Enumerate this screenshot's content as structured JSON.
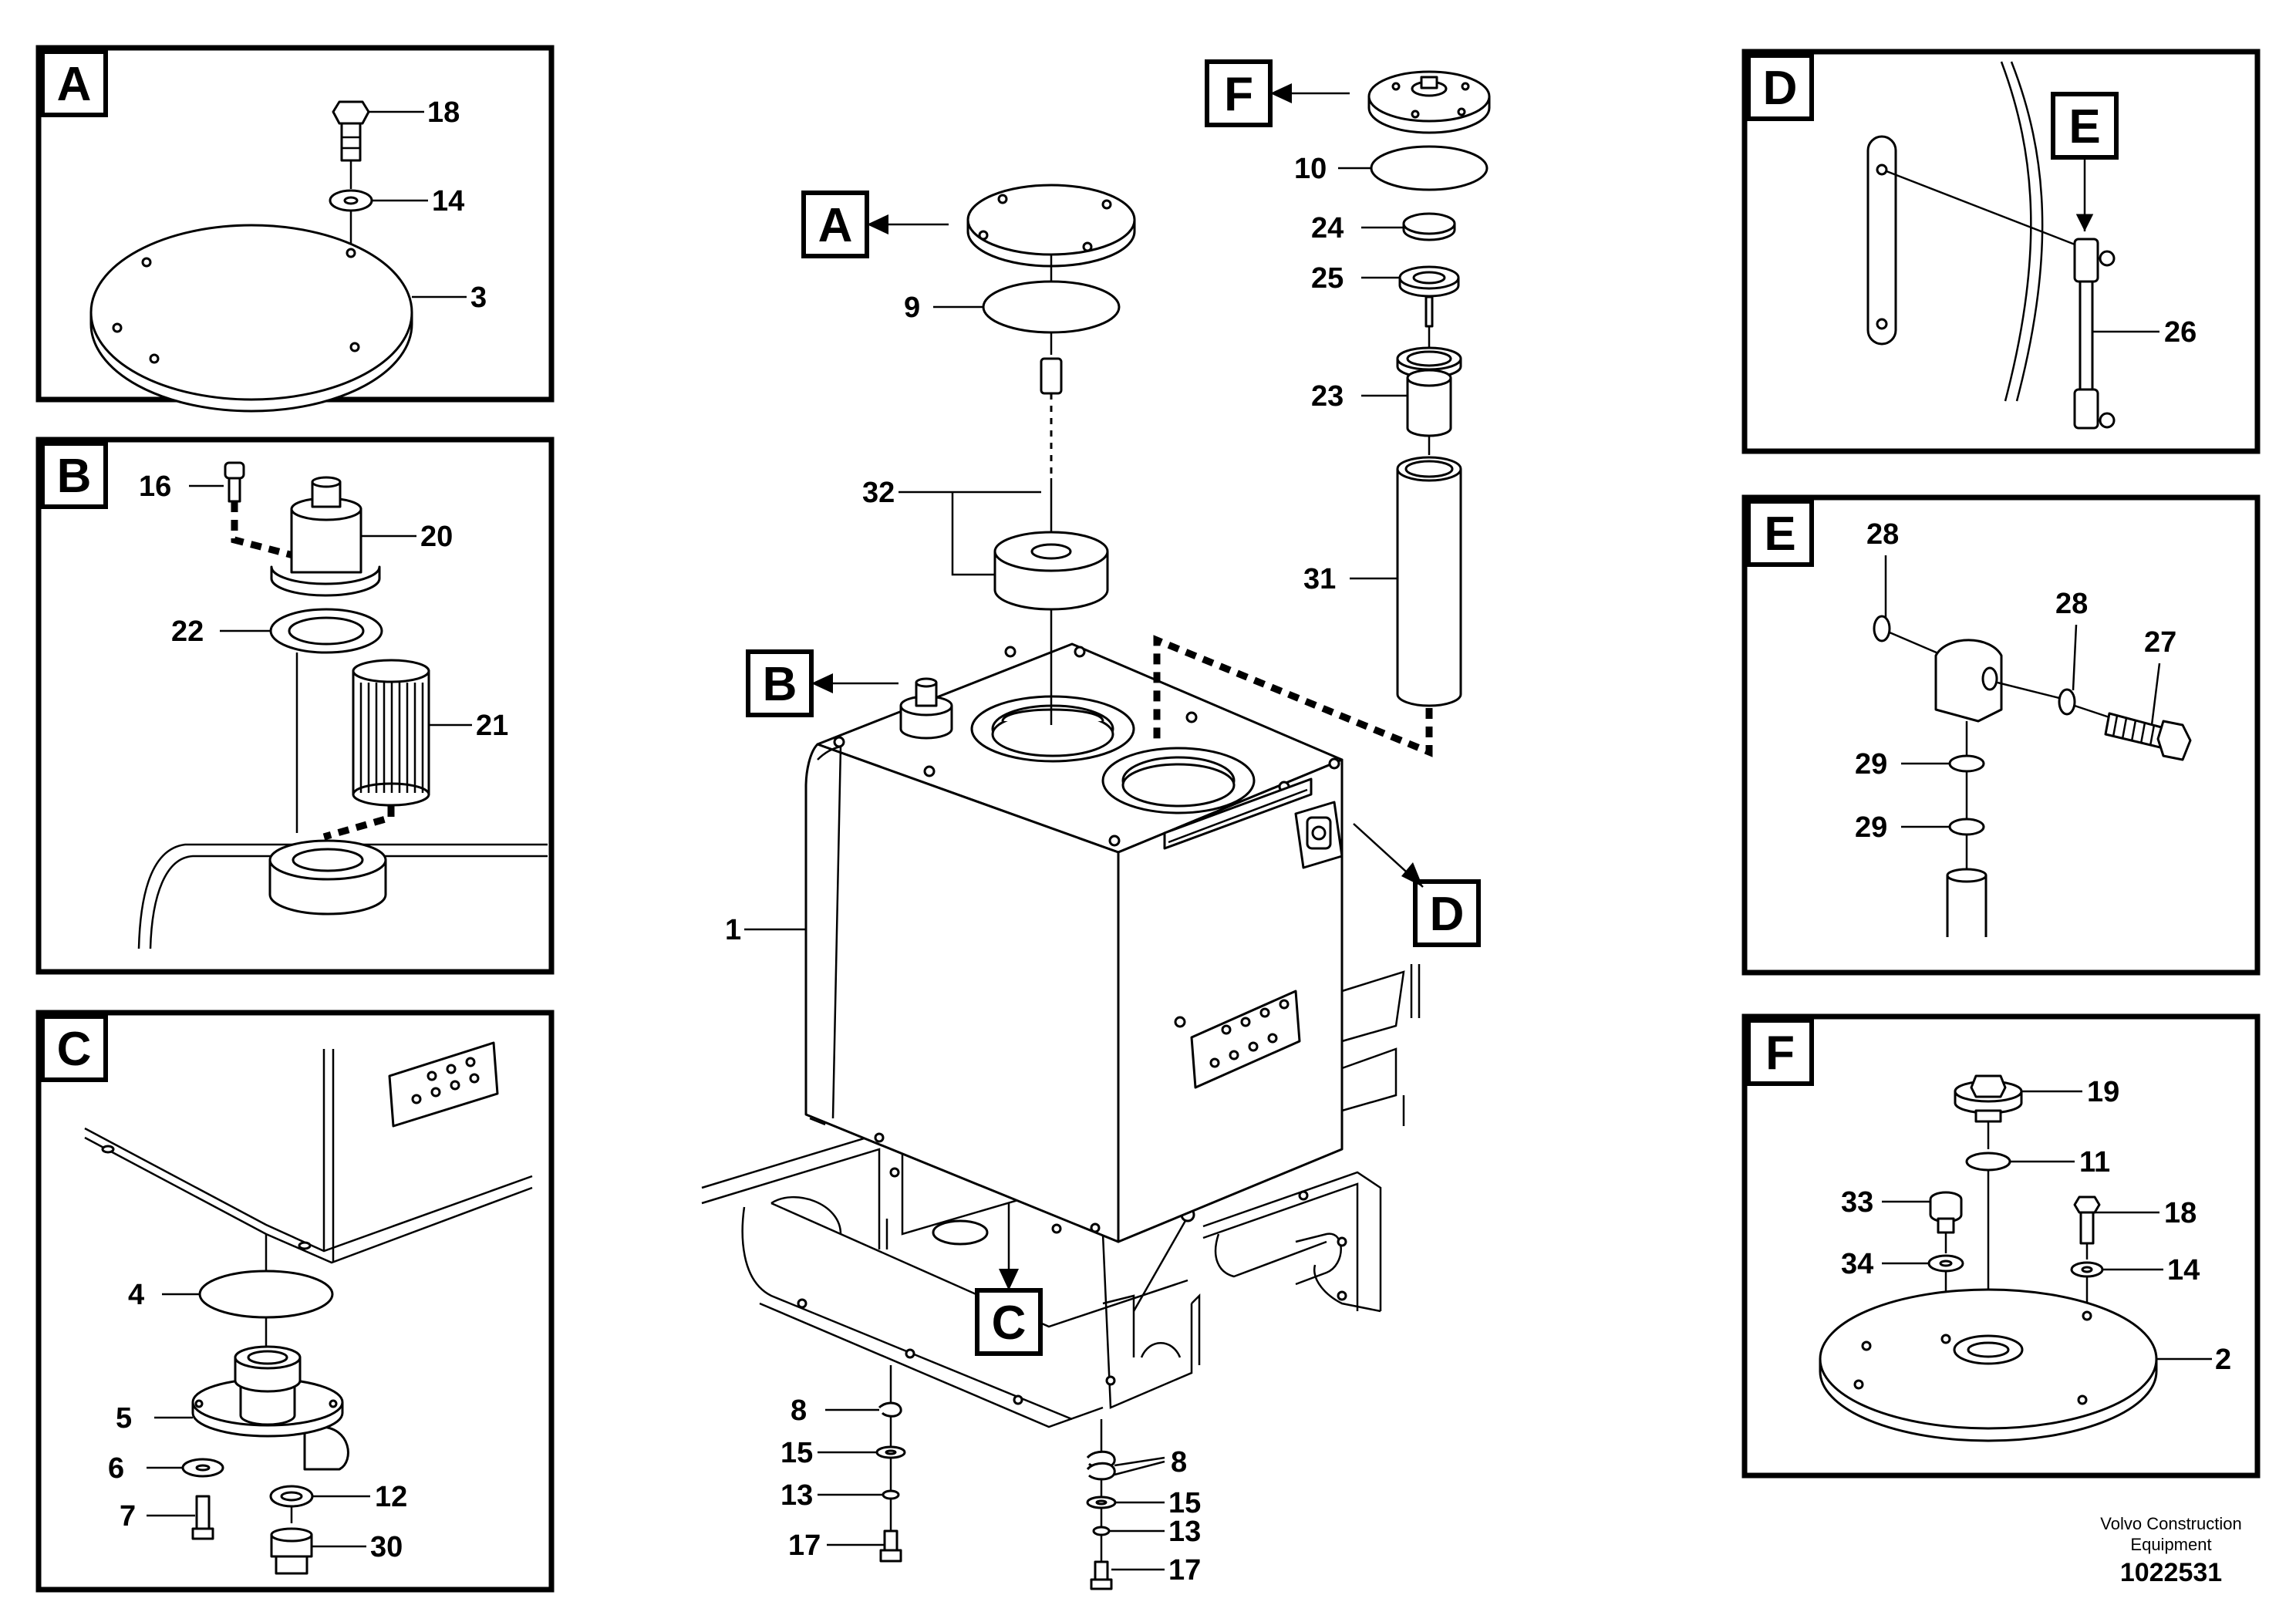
{
  "detail_views": {
    "A": {
      "letter": "A",
      "parts": {
        "p18": "18",
        "p14": "14",
        "p3": "3"
      }
    },
    "B": {
      "letter": "B",
      "parts": {
        "p16": "16",
        "p20": "20",
        "p22": "22",
        "p21": "21"
      }
    },
    "C": {
      "letter": "C",
      "parts": {
        "p4": "4",
        "p5": "5",
        "p6": "6",
        "p12": "12",
        "p7": "7",
        "p30": "30"
      }
    },
    "D": {
      "letter": "D",
      "parts": {
        "p26": "26"
      }
    },
    "E": {
      "letter": "E",
      "parts": {
        "p28a": "28",
        "p28b": "28",
        "p27": "27",
        "p29a": "29",
        "p29b": "29"
      }
    },
    "F": {
      "letter": "F",
      "parts": {
        "p19": "19",
        "p11": "11",
        "p33": "33",
        "p18": "18",
        "p34": "34",
        "p14": "14",
        "p2": "2"
      }
    }
  },
  "main_view": {
    "callouts": {
      "A": "A",
      "B": "B",
      "C": "C",
      "D": "D",
      "E": "E",
      "F": "F"
    },
    "parts": {
      "p9": "9",
      "p32": "32",
      "p1": "1",
      "p10": "10",
      "p24": "24",
      "p25": "25",
      "p23": "23",
      "p31": "31",
      "p8a": "8",
      "p15a": "15",
      "p13a": "13",
      "p17a": "17",
      "p8b": "8",
      "p15b": "15",
      "p13b": "13",
      "p17b": "17"
    }
  },
  "footer": {
    "company_line1": "Volvo Construction",
    "company_line2": "Equipment",
    "drawing_number": "1022531"
  }
}
